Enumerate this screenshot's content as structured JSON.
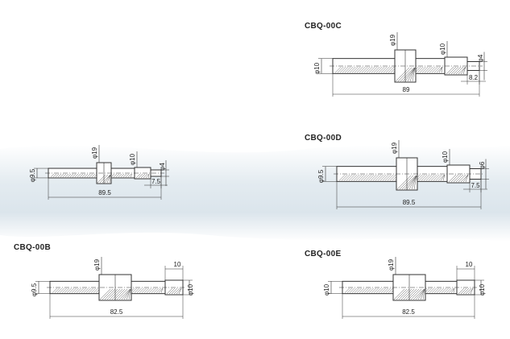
{
  "parts": [
    {
      "label": "CBQ-00C",
      "dims": {
        "left_dia": "φ10",
        "hub_dia": "φ19",
        "right_dia": "φ10",
        "tip_dia": "φ4",
        "tip_len": "8.2",
        "total_len": "89"
      }
    },
    {
      "label": "",
      "dims": {
        "left_dia": "φ9.5",
        "hub_dia": "φ19",
        "right_dia": "φ10",
        "tip_dia": "φ4",
        "tip_len": "7.5",
        "total_len": "89.5"
      }
    },
    {
      "label": "CBQ-00D",
      "dims": {
        "left_dia": "φ9.5",
        "hub_dia": "φ19",
        "right_dia": "φ10",
        "tip_dia": "φ6",
        "tip_len": "7.5",
        "total_len": "89.5"
      }
    },
    {
      "label": "CBQ-00B",
      "dims": {
        "left_dia": "φ9.5",
        "hub_dia": "φ19",
        "end_len": "10",
        "right_dia": "φ10",
        "total_len": "82.5"
      }
    },
    {
      "label": "CBQ-00E",
      "dims": {
        "left_dia": "φ10",
        "hub_dia": "φ19",
        "end_len": "10",
        "right_dia": "φ10",
        "total_len": "82.5"
      }
    }
  ],
  "colors": {
    "line": "#333333",
    "band": "#dfe8ee"
  }
}
